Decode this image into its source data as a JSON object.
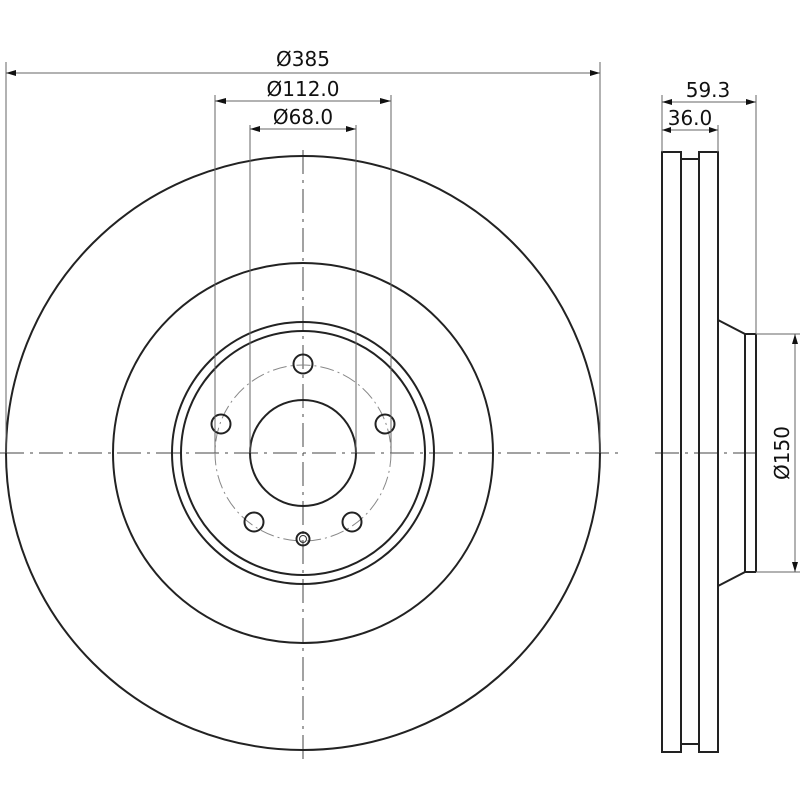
{
  "drawing": {
    "type": "brake-disc-technical-drawing",
    "front_view": {
      "dimensions": {
        "outer_diameter": "Ø385",
        "bolt_circle_diameter": "Ø112.0",
        "center_bore_diameter": "Ø68.0"
      },
      "bolt_holes": 5,
      "locating_pin": 1
    },
    "side_view": {
      "dimensions": {
        "total_height": "59.3",
        "disc_thickness": "36.0",
        "hat_diameter": "Ø150"
      }
    }
  }
}
